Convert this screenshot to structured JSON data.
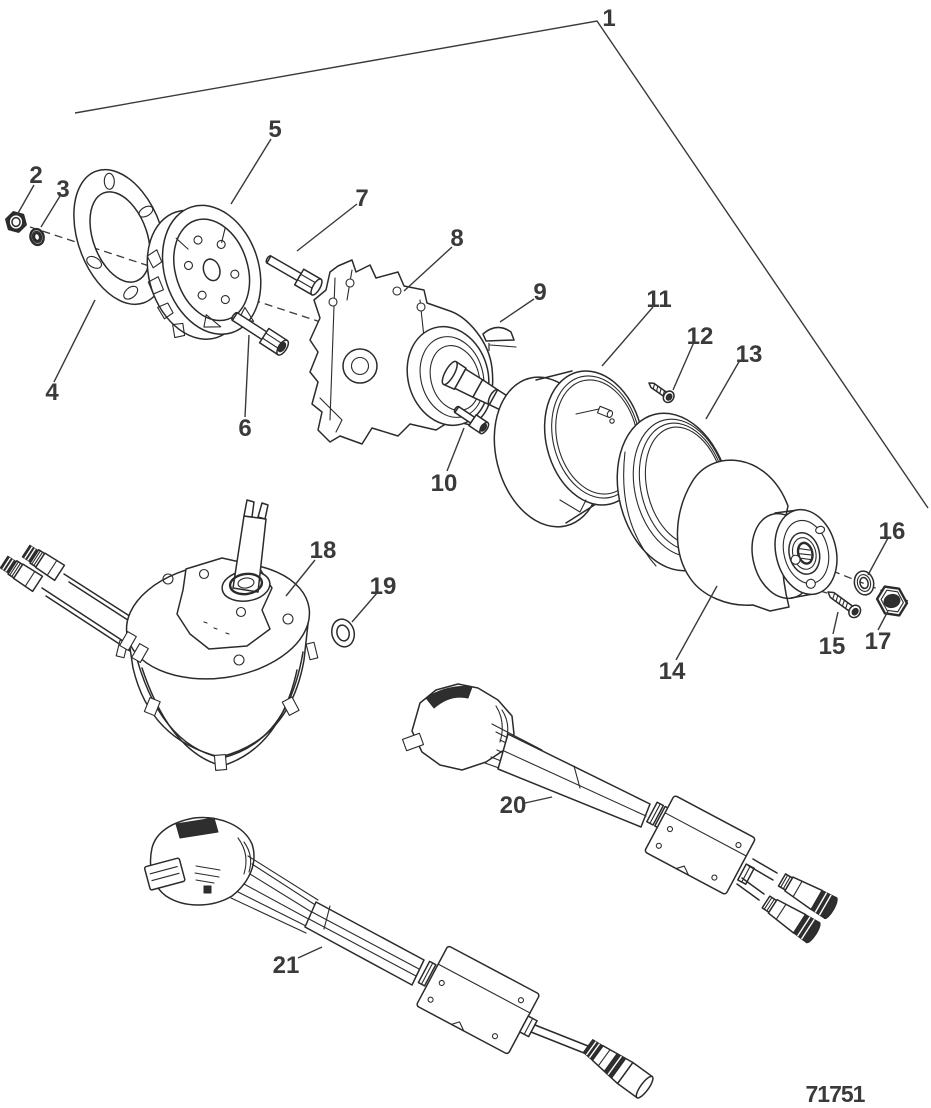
{
  "diagram": {
    "part_number": "71751",
    "callouts": [
      {
        "label": "1"
      },
      {
        "label": "2"
      },
      {
        "label": "3"
      },
      {
        "label": "4"
      },
      {
        "label": "5"
      },
      {
        "label": "6"
      },
      {
        "label": "7"
      },
      {
        "label": "8"
      },
      {
        "label": "9"
      },
      {
        "label": "10"
      },
      {
        "label": "11"
      },
      {
        "label": "12"
      },
      {
        "label": "13"
      },
      {
        "label": "14"
      },
      {
        "label": "15"
      },
      {
        "label": "16"
      },
      {
        "label": "17"
      },
      {
        "label": "18"
      },
      {
        "label": "19"
      },
      {
        "label": "20"
      },
      {
        "label": "21"
      }
    ]
  }
}
